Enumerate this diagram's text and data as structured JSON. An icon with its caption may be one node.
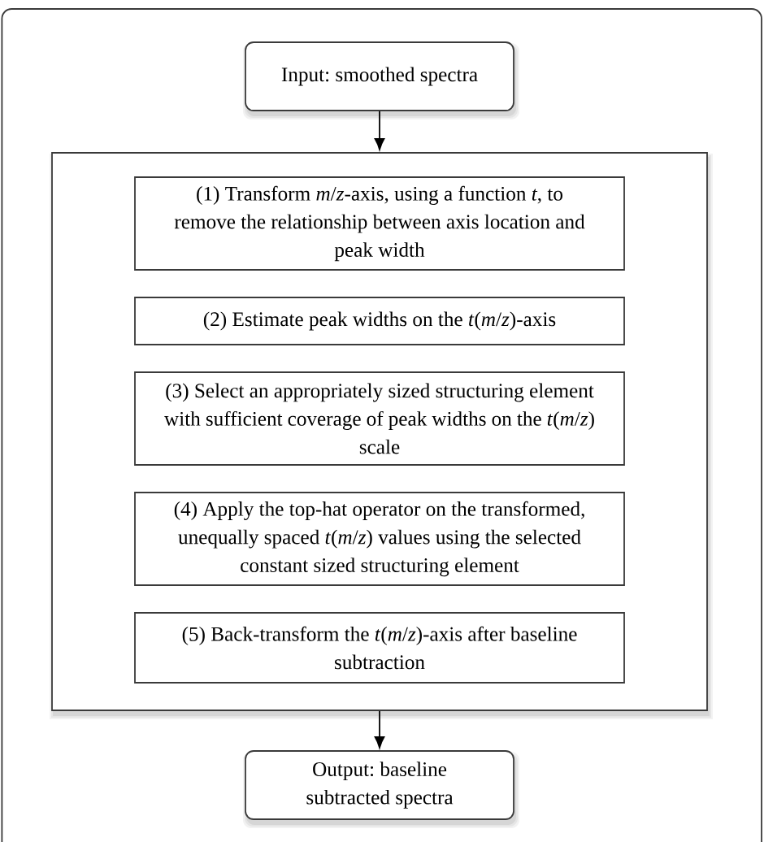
{
  "diagram": {
    "nodes": [
      {
        "text": [
          "Input: smoothed spectra"
        ]
      },
      {
        "text": [],
        "shape": "box"
      },
      {
        "text": [
          "(1) Transform *m*/*z*-axis, using a function *t*, to remove the relationship between axis location and peak width"
        ],
        "in": 1
      },
      {
        "text": [
          "(2) Estimate peak widths on the *t*(*m*/*z*)-axis"
        ],
        "in": 1
      },
      {
        "text": [
          "(3) Select an appropriately sized structuring element with sufficient coverage of peak widths on the *t*(*m*/*z*) scale"
        ],
        "in": 1
      },
      {
        "text": [
          "(4) Apply the top-hat operator on the transformed, unequally spaced *t*(*m*/*z*) values using the selected constant sized structuring element"
        ],
        "in": 1
      },
      {
        "text": [
          "(5) Back-transform the *t*(*m*/*z*)-axis after baseline subtraction"
        ],
        "in": 1
      },
      {
        "text": [
          "Output: baseline subtracted spectra"
        ]
      }
    ],
    "edges": [
      {
        "from": 0,
        "to": 1,
        "arrow": "to"
      },
      {
        "from": 1,
        "to": 7,
        "arrow": "to"
      }
    ]
  }
}
